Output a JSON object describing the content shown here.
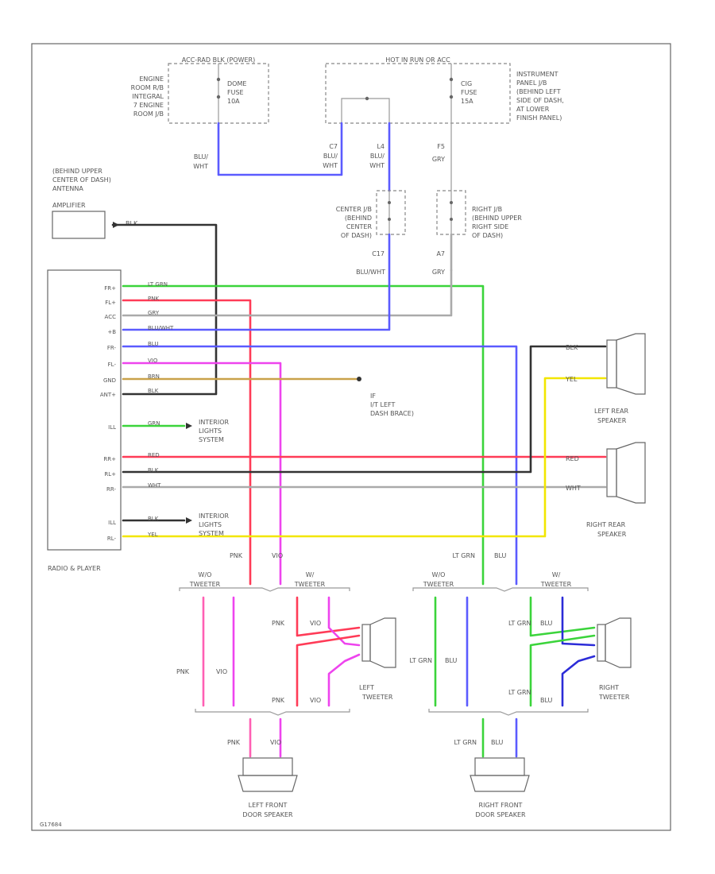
{
  "fuse_blocks": {
    "left_title": "ACC-RAD BLK (POWER)",
    "left_location": [
      "ENGINE",
      "ROOM R/B",
      "INTEGRAL",
      "7 ENGINE",
      "ROOM J/B"
    ],
    "left_fuse": [
      "DOME",
      "FUSE",
      "10A"
    ],
    "right_title": "HOT IN RUN OR ACC",
    "right_fuse": [
      "CIG",
      "FUSE",
      "15A"
    ],
    "right_location": [
      "INSTRUMENT",
      "PANEL J/B",
      "(BEHIND LEFT",
      "SIDE OF DASH,",
      "AT LOWER",
      "FINISH PANEL)"
    ]
  },
  "wires_top": {
    "left_drop": [
      "BLU/",
      "WHT"
    ],
    "c7": [
      "C7",
      "BLU/",
      "WHT"
    ],
    "l4": [
      "L4",
      "BLU/",
      "WHT"
    ],
    "f5": [
      "F5",
      "GRY"
    ]
  },
  "junctions": {
    "center_jb": [
      "CENTER J/B",
      "(BEHIND",
      "CENTER",
      "OF DASH)"
    ],
    "right_jb": [
      "RIGHT J/B",
      "(BEHIND UPPER",
      "RIGHT SIDE",
      "OF DASH)"
    ],
    "center_out_pin": "C17",
    "center_out_wire": "BLU/WHT",
    "right_out_pin": "A7",
    "right_out_wire": "GRY"
  },
  "antenna": {
    "location": [
      "(BEHIND UPPER",
      "CENTER OF DASH)",
      "ANTENNA"
    ],
    "label": "AMPLIFIER",
    "wire": "BLK"
  },
  "radio": {
    "label": "RADIO & PLAYER",
    "pins": [
      "FR+",
      "FL+",
      "ACC",
      "+B",
      "FR-",
      "FL-",
      "GND",
      "ANT+",
      "ILL",
      "RR+",
      "RL+",
      "RR-",
      "ILL",
      "RL-"
    ],
    "wires": [
      "LT GRN",
      "PNK",
      "GRY",
      "BLU/WHT",
      "BLU",
      "VIO",
      "BRN",
      "BLK",
      "GRN",
      "RED",
      "BLK",
      "WHT",
      "BLK",
      "YEL"
    ]
  },
  "ground": {
    "ref": "IF",
    "text": [
      "I/T LEFT",
      "DASH BRACE)"
    ]
  },
  "interior_lights": [
    "INTERIOR",
    "LIGHTS",
    "SYSTEM"
  ],
  "rear_speakers": {
    "left_label": [
      "LEFT REAR",
      "SPEAKER"
    ],
    "right_label": [
      "RIGHT REAR",
      "SPEAKER"
    ],
    "left_wires": [
      "BLK",
      "YEL"
    ],
    "right_wires": [
      "RED",
      "WHT"
    ]
  },
  "front": {
    "left_speaker": [
      "LEFT FRONT",
      "DOOR SPEAKER"
    ],
    "right_speaker": [
      "RIGHT FRONT",
      "DOOR SPEAKER"
    ],
    "left_tweeter": [
      "LEFT",
      "TWEETER"
    ],
    "right_tweeter": [
      "RIGHT",
      "TWEETER"
    ],
    "wo_tweeter": [
      "W/O",
      "TWEETER"
    ],
    "w_tweeter": [
      "W/",
      "TWEETER"
    ],
    "left_wires": [
      "PNK",
      "VIO"
    ],
    "right_wires": [
      "LT GRN",
      "BLU"
    ]
  },
  "footer_code": "G17684",
  "colors": {
    "blue": "#5b5bff",
    "green": "#3bd43b",
    "red": "#ff3b57",
    "pink": "#ff5fb4",
    "magenta": "#ee44ee",
    "yellow": "#f2e600",
    "black": "#333333",
    "gray": "#aaaaaa",
    "brown": "#c9a24a",
    "navy": "#2c2cd8"
  }
}
